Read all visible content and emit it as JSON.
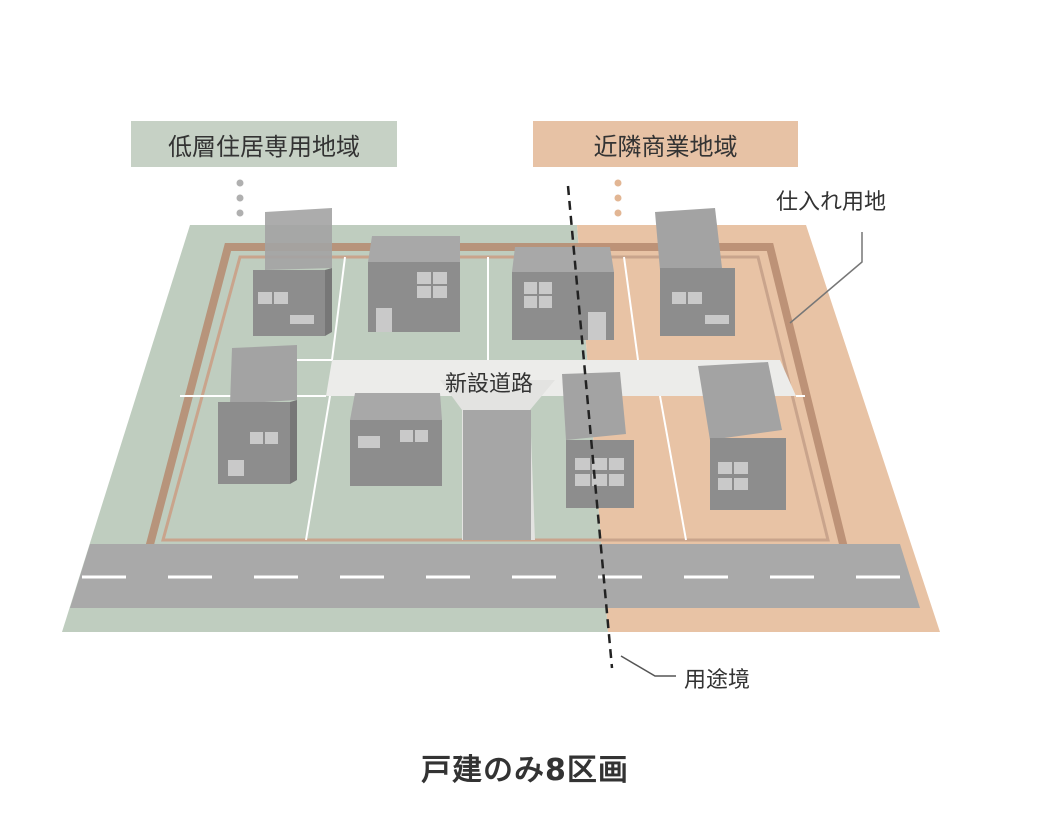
{
  "zones": {
    "residential": {
      "label": "低層住居専用地域",
      "color": "#c6d1c5"
    },
    "commercial": {
      "label": "近隣商業地域",
      "color": "#e7c2a5"
    }
  },
  "annotations": {
    "purchase_land": "仕入れ用地",
    "new_road": "新設道路",
    "use_boundary": "用途境"
  },
  "caption": "戸建のみ8区画",
  "colors": {
    "building_front": "#8f8f8f",
    "building_side": "#7a7a7a",
    "building_top": "#a9a9a9",
    "road": "#a8a8a8",
    "lot_border": "#b58c73"
  }
}
